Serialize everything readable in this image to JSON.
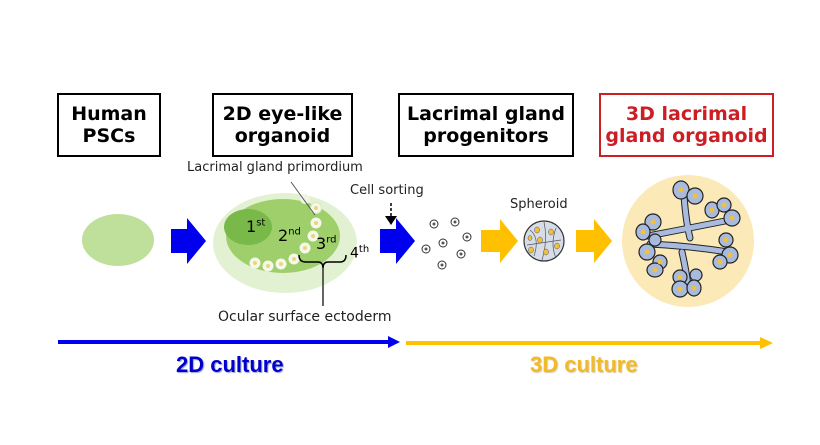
{
  "steps": [
    {
      "line1": "Human",
      "line2": "PSCs"
    },
    {
      "line1": "2D eye-like",
      "line2": "organoid"
    },
    {
      "line1": "Lacrimal gland",
      "line2": "progenitors"
    },
    {
      "line1": "3D lacrimal",
      "line2": "gland organoid"
    }
  ],
  "labels": {
    "primordium": "Lacrimal gland primordium",
    "cell_sorting": "Cell sorting",
    "spheroid": "Spheroid",
    "ocular_surface": "Ocular surface ectoderm"
  },
  "zones": [
    {
      "num": "1",
      "suffix": "st"
    },
    {
      "num": "2",
      "suffix": "nd"
    },
    {
      "num": "3",
      "suffix": "rd"
    },
    {
      "num": "4",
      "suffix": "th"
    }
  ],
  "cultures": {
    "two_d": "2D culture",
    "three_d": "3D culture"
  },
  "colors": {
    "blue": "#0000ee",
    "yellow": "#ffc000",
    "red": "#cc1f24",
    "green": "#bfe09a"
  }
}
